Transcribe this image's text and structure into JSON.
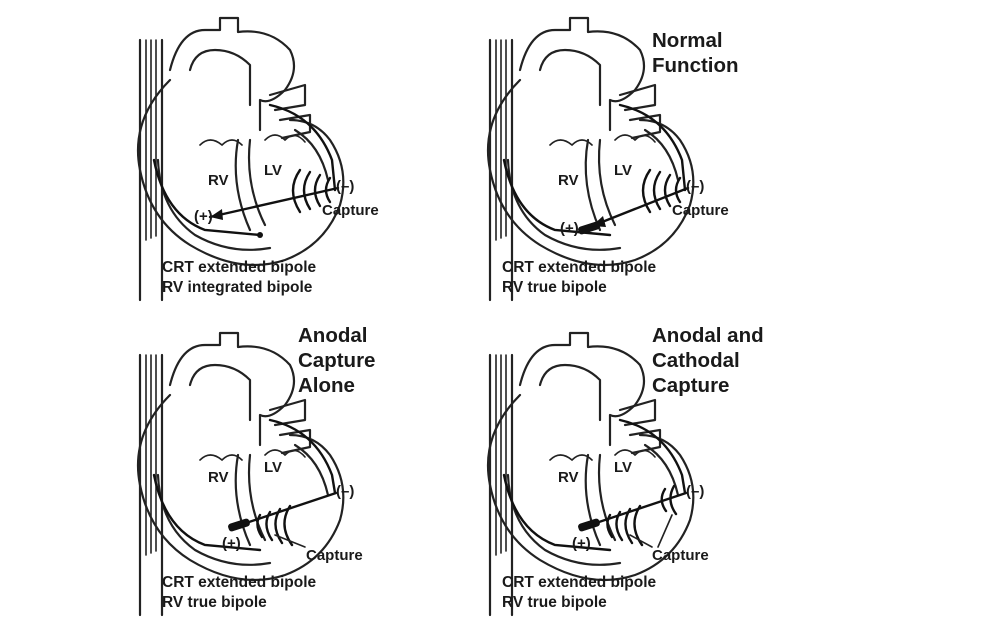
{
  "panels": [
    {
      "title": "",
      "rv_label": "RV",
      "lv_label": "LV",
      "cathode_label": "(–)",
      "anode_label": "(+)",
      "capture_label": "Capture",
      "caption_line1": "CRT extended bipole",
      "caption_line2": "RV integrated bipole"
    },
    {
      "title": "Normal Function",
      "rv_label": "RV",
      "lv_label": "LV",
      "cathode_label": "(–)",
      "anode_label": "(+)",
      "capture_label": "Capture",
      "caption_line1": "CRT extended bipole",
      "caption_line2": "RV true bipole"
    },
    {
      "title": "Anodal Capture Alone",
      "rv_label": "RV",
      "lv_label": "LV",
      "cathode_label": "(–)",
      "anode_label": "(+)",
      "capture_label": "Capture",
      "caption_line1": "CRT extended bipole",
      "caption_line2": "RV true bipole"
    },
    {
      "title": "Anodal and Cathodal Capture",
      "rv_label": "RV",
      "lv_label": "LV",
      "cathode_label": "(–)",
      "anode_label": "(+)",
      "capture_label": "Capture",
      "caption_line1": "CRT extended bipole",
      "caption_line2": "RV true bipole"
    }
  ]
}
